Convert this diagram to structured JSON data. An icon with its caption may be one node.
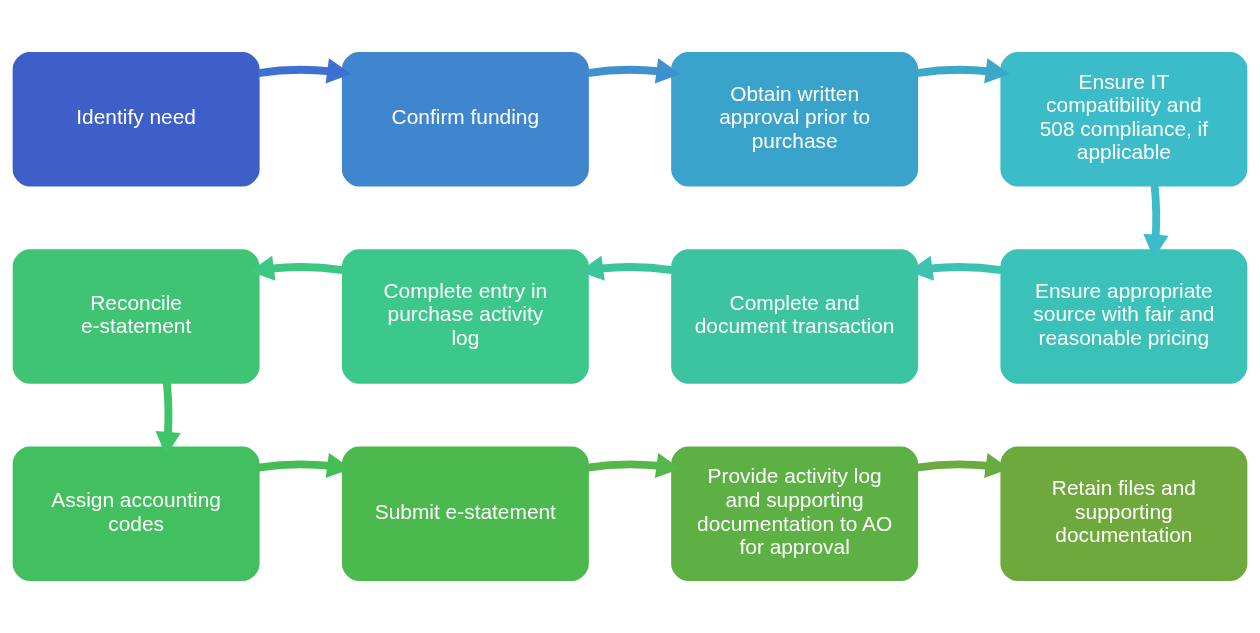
{
  "diagram": {
    "nodes": [
      {
        "text": [
          "Identify need"
        ]
      },
      {
        "text": [
          "Confirm funding"
        ]
      },
      {
        "text": [
          "Obtain written approval prior to purchase"
        ]
      },
      {
        "text": [
          "Ensure IT compatibility and 508 compliance, if applicable"
        ]
      },
      {
        "text": [
          "Ensure appropriate source with fair and reasonable pricing"
        ]
      },
      {
        "text": [
          "Complete and document transaction"
        ]
      },
      {
        "text": [
          "Complete entry in purchase activity log"
        ]
      },
      {
        "text": [
          "Reconcile e-statement"
        ]
      },
      {
        "text": [
          "Assign accounting codes"
        ]
      },
      {
        "text": [
          "Submit e-statement"
        ]
      },
      {
        "text": [
          "Provide activity log and supporting documentation to AO for approval"
        ]
      },
      {
        "text": [
          "Retain files and supporting documentation"
        ]
      }
    ],
    "edges": [
      {
        "from": 0,
        "to": 1,
        "arrow": "to",
        "color": "#3f6fd0"
      },
      {
        "from": 1,
        "to": 2,
        "arrow": "to",
        "color": "#3f90cf"
      },
      {
        "from": 2,
        "to": 3,
        "arrow": "to",
        "color": "#3aa8c8"
      },
      {
        "from": 3,
        "to": 4,
        "arrow": "to",
        "color": "#3cbcc8"
      },
      {
        "from": 4,
        "to": 5,
        "arrow": "to",
        "color": "#3bc2b0"
      },
      {
        "from": 5,
        "to": 6,
        "arrow": "to",
        "color": "#3cc49a"
      },
      {
        "from": 6,
        "to": 7,
        "arrow": "to",
        "color": "#3cc880"
      },
      {
        "from": 7,
        "to": 8,
        "arrow": "to",
        "color": "#3fc468"
      },
      {
        "from": 8,
        "to": 9,
        "arrow": "to",
        "color": "#45bd55"
      },
      {
        "from": 9,
        "to": 10,
        "arrow": "to",
        "color": "#55b64a"
      },
      {
        "from": 10,
        "to": 11,
        "arrow": "to",
        "color": "#68ac40"
      }
    ]
  }
}
